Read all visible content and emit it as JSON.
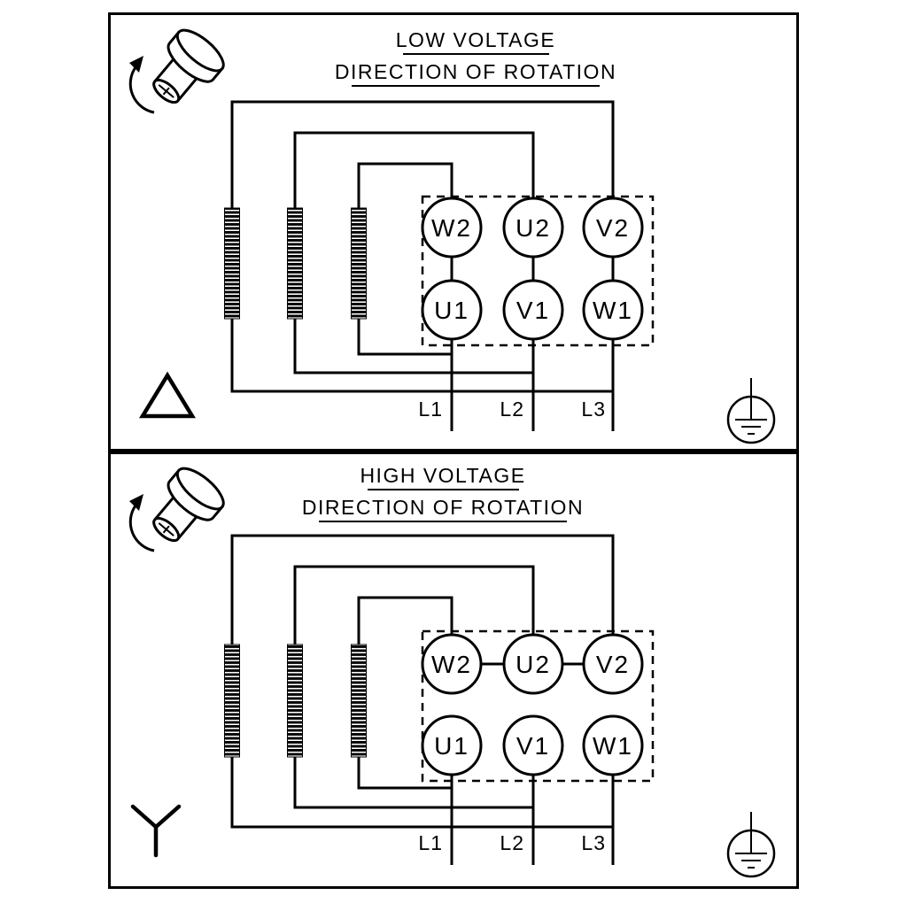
{
  "colors": {
    "line": "#000000",
    "background": "#ffffff"
  },
  "panels": [
    {
      "id": "low-voltage",
      "title": "LOW VOLTAGE",
      "subtitle": "DIRECTION OF ROTATION",
      "connection": "delta",
      "terminals": {
        "top_row": [
          "W2",
          "U2",
          "V2"
        ],
        "bottom_row": [
          "U1",
          "V1",
          "W1"
        ]
      },
      "supply_lines": [
        "L1",
        "L2",
        "L3"
      ]
    },
    {
      "id": "high-voltage",
      "title": "HIGH VOLTAGE",
      "subtitle": "DIRECTION OF ROTATION",
      "connection": "star",
      "terminals": {
        "top_row": [
          "W2",
          "U2",
          "V2"
        ],
        "bottom_row": [
          "U1",
          "V1",
          "W1"
        ]
      },
      "supply_lines": [
        "L1",
        "L2",
        "L3"
      ]
    }
  ],
  "icons": {
    "top_left": "shaft-rotation-symbol",
    "panel1_bottom_left": "delta-connection-symbol",
    "panel2_bottom_left": "star-connection-symbol",
    "bottom_right": "protective-earth-symbol"
  }
}
